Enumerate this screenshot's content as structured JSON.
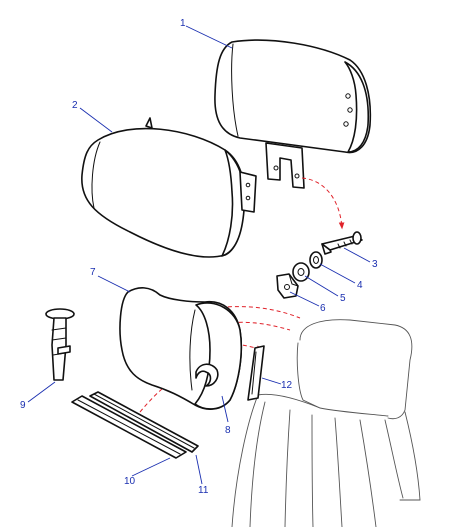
{
  "callouts": [
    {
      "id": "1",
      "label": "1"
    },
    {
      "id": "2",
      "label": "2"
    },
    {
      "id": "3",
      "label": "3"
    },
    {
      "id": "4",
      "label": "4"
    },
    {
      "id": "5",
      "label": "5"
    },
    {
      "id": "6",
      "label": "6"
    },
    {
      "id": "7",
      "label": "7"
    },
    {
      "id": "8",
      "label": "8"
    },
    {
      "id": "9",
      "label": "9"
    },
    {
      "id": "10",
      "label": "10"
    },
    {
      "id": "11",
      "label": "11"
    },
    {
      "id": "12",
      "label": "12"
    }
  ],
  "colors": {
    "callout": "#1a2fb0",
    "arrow": "#e0222a",
    "line": "#111111"
  }
}
